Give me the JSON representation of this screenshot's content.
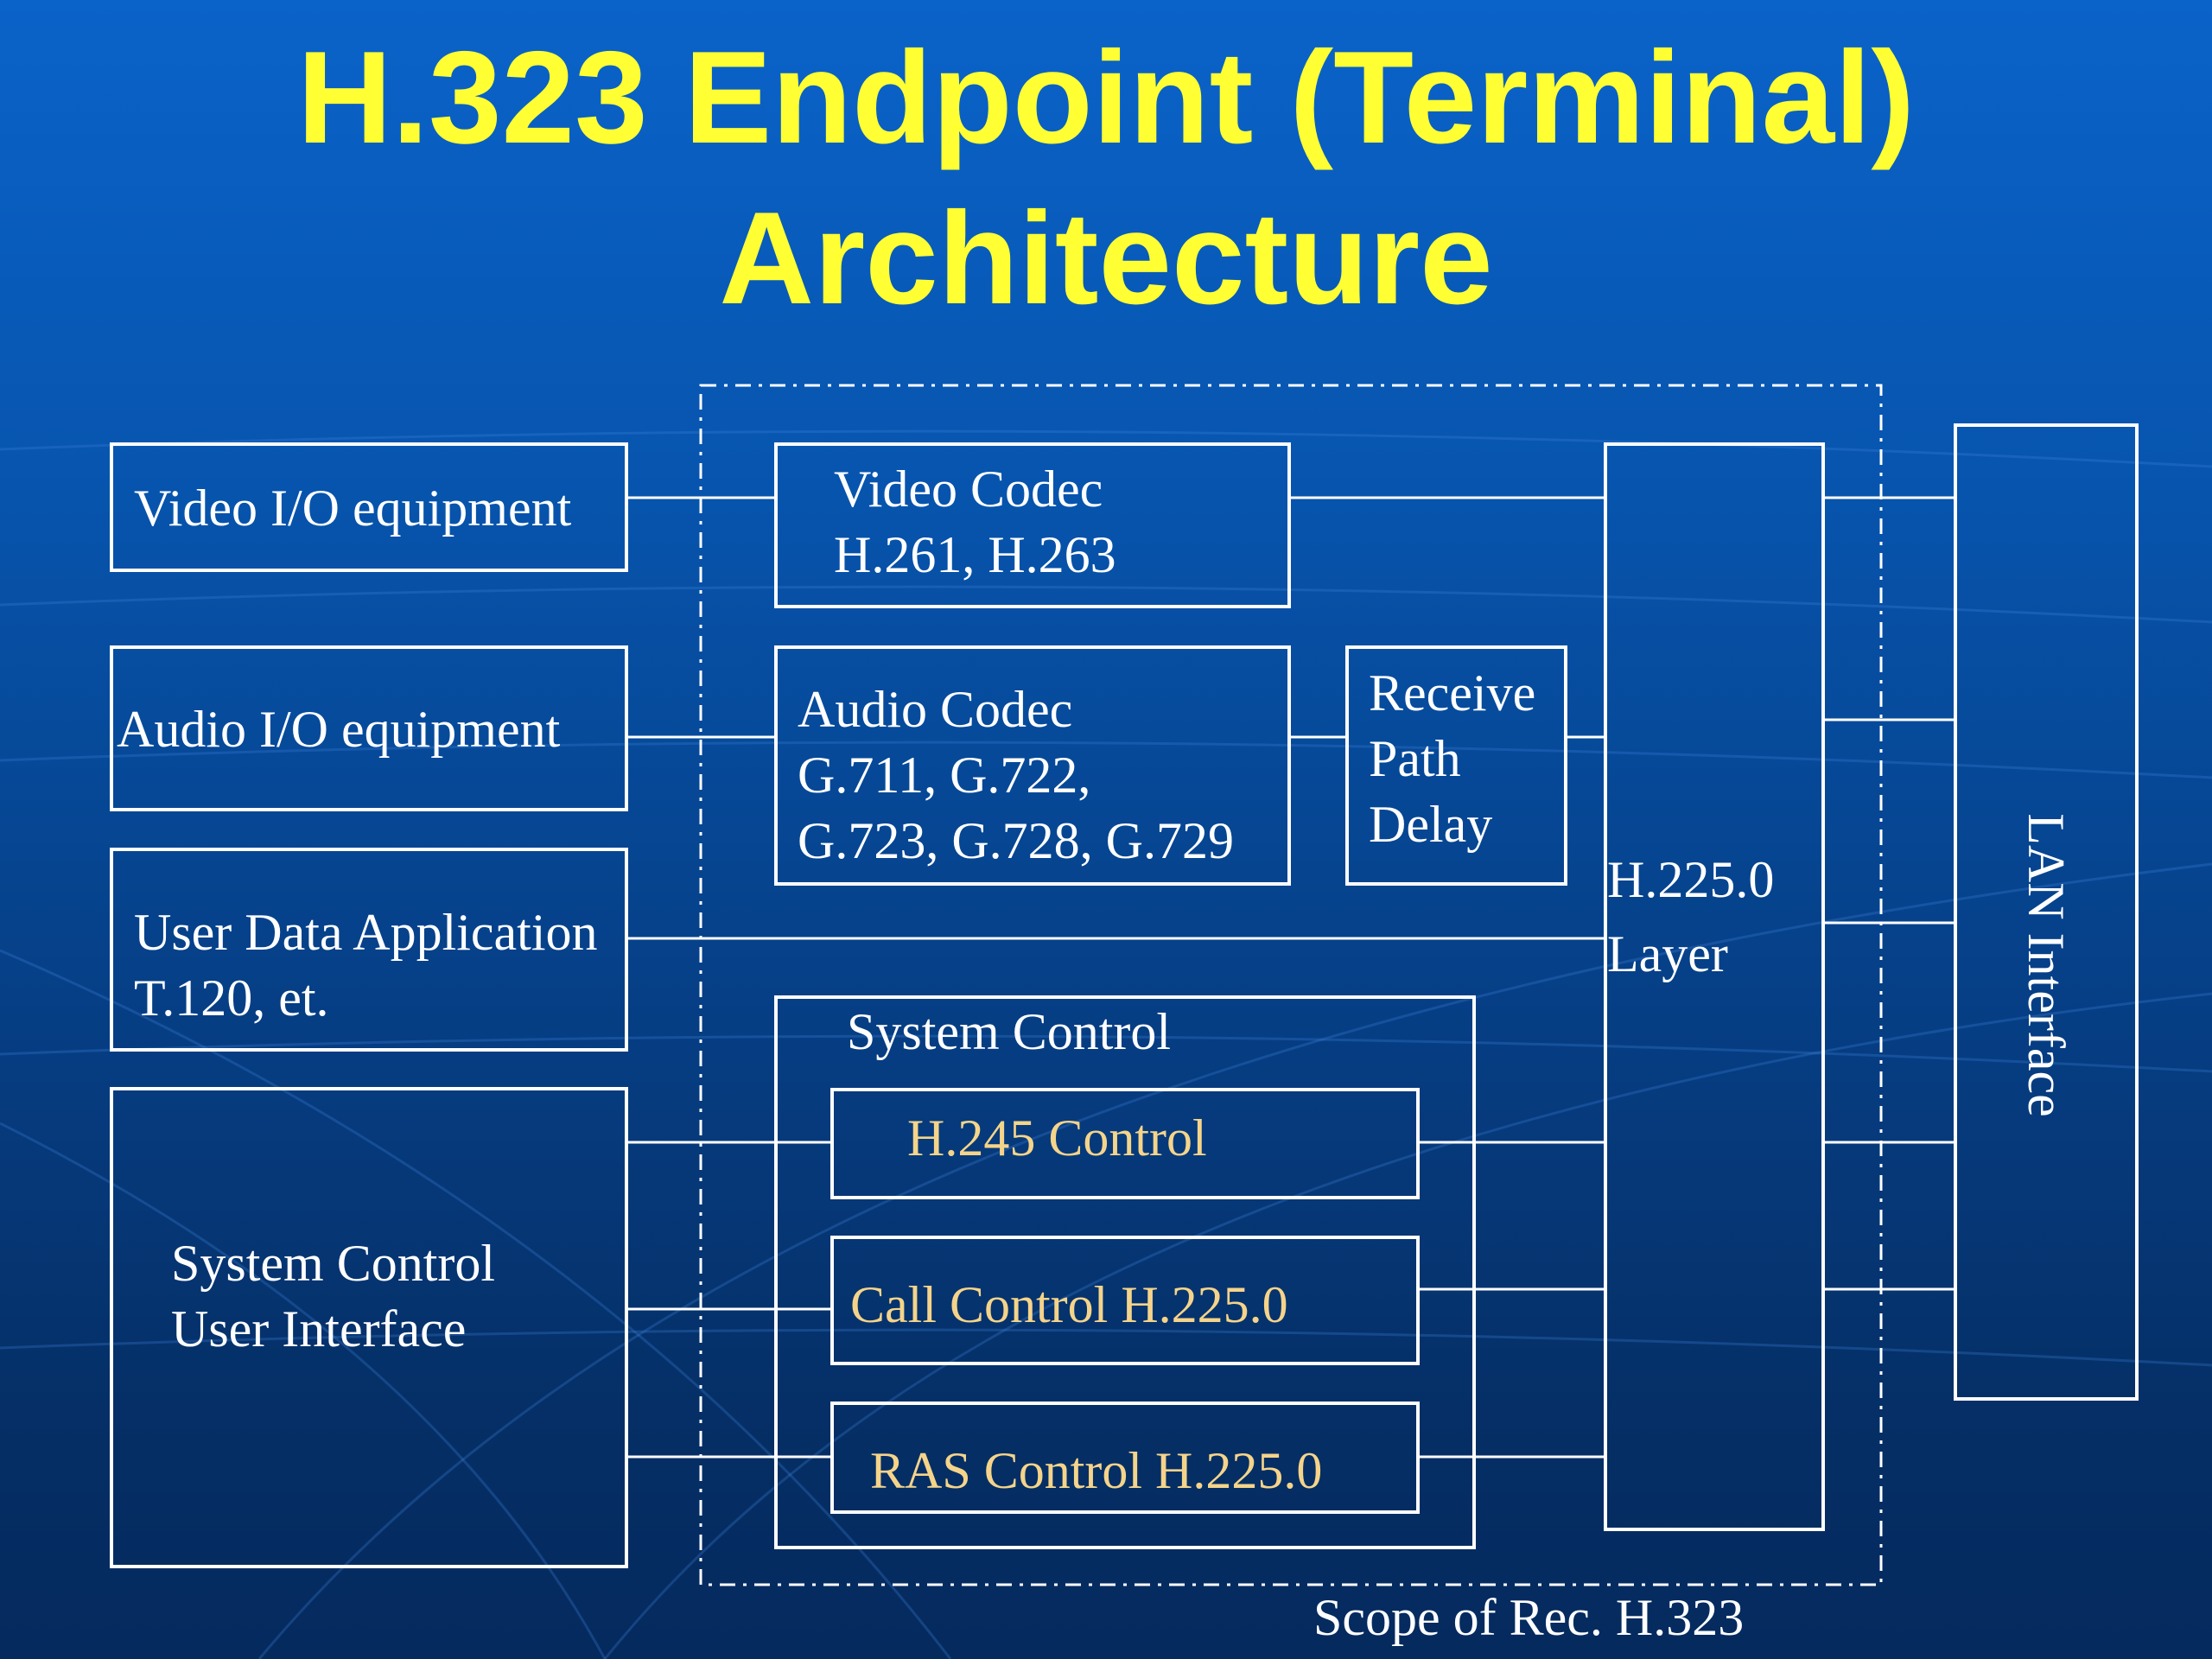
{
  "title": {
    "line1": "H.323 Endpoint (Terminal)",
    "line2": "Architecture"
  },
  "blocks": {
    "video_io": "Video I/O equipment",
    "audio_io": "Audio I/O equipment",
    "user_data": {
      "line1": "User Data Application",
      "line2": "T.120, et."
    },
    "sys_ui": {
      "line1": "System Control",
      "line2": "User Interface"
    },
    "video_codec": {
      "line1": "Video Codec",
      "line2": "H.261, H.263"
    },
    "audio_codec": {
      "line1": "Audio Codec",
      "line2": "G.711, G.722,",
      "line3": "G.723, G.728, G.729"
    },
    "receive_delay": {
      "line1": "Receive",
      "line2": "Path",
      "line3": "Delay"
    },
    "system_control": "System Control",
    "h245": "H.245 Control",
    "call_control": "Call Control H.225.0",
    "ras_control": "RAS Control H.225.0",
    "h2250_layer": {
      "line1": "H.225.0",
      "line2": "Layer"
    },
    "lan_interface": "LAN Interface"
  },
  "scope_label": "Scope of Rec. H.323",
  "colors": {
    "title": "#ffff33",
    "text": "#ffffff",
    "control_text": "#f5d48a",
    "line": "#ffffff"
  }
}
